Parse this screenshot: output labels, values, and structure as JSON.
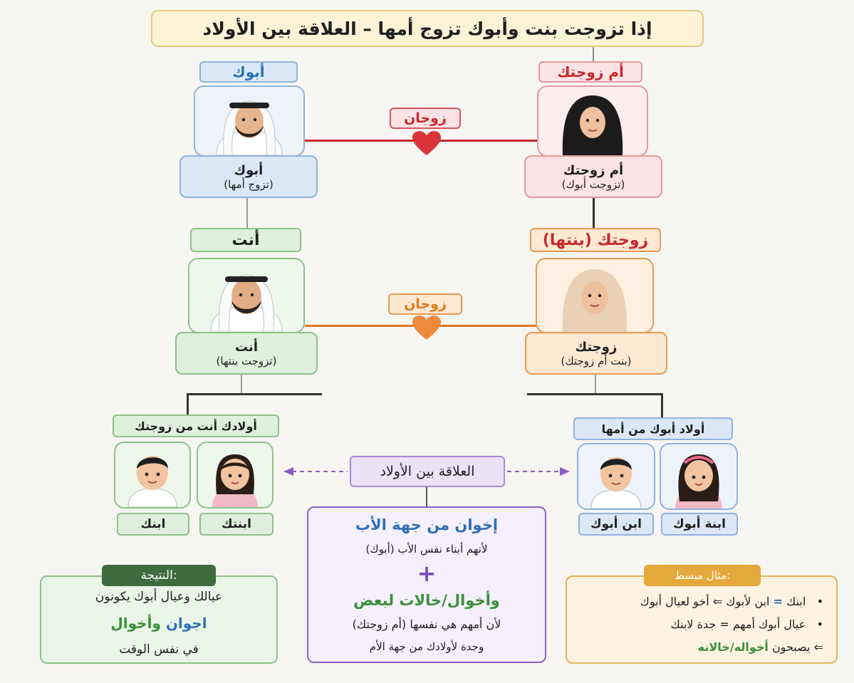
{
  "title": "إذا تزوجت بنت وأبوك تزوج أمها – العلاقة بين الأولاد",
  "couple_label": "زوجان",
  "father": {
    "tag": "أبوك",
    "name": "أبوك",
    "note": "(تزوج أمها)"
  },
  "mother_in_law": {
    "tag": "أم زوجتك",
    "name": "أم زوجتك",
    "note": "(تزوجت أبوك)"
  },
  "you": {
    "tag": "أنت",
    "name": "أنت",
    "note": "(تزوجت بنتها)"
  },
  "wife": {
    "tag": "زوجتك (بنتها)",
    "name": "زوجتك",
    "note": "(بنت أم زوجتك)"
  },
  "your_kids": {
    "header": "أولادك أنت من زوجتك",
    "son": "ابنك",
    "daughter": "ابنتك"
  },
  "father_kids": {
    "header": "أولاد أبوك من أمها",
    "son": "ابن أبوك",
    "daughter": "ابنة أبوك"
  },
  "relation": {
    "label": "العلاقة بين الأولاد",
    "line1": "إخوان من جهة الأب",
    "line2": "لأنهم أبناء نفس الأب (أبوك)",
    "plus": "+",
    "line3": "وأخوال/خالات لبعض",
    "line4": "لأن أمهم هي نفسها (أم زوجتك)",
    "line5": "وجدة لأولادك من جهة الأم"
  },
  "result": {
    "label": "النتيجة:",
    "line1": "عيالك وعيال أبوك يكونون",
    "word_brothers": "اجوان",
    "word_and_uncles": "وأخوال",
    "line3": "في نفس الوقت"
  },
  "example": {
    "label": "مثال مبسط:",
    "item1_a": "ابنك",
    "item1_eq": "=",
    "item1_b": "ابن لأبوك ⇐ أخو لعيال أبوك",
    "item2": "عيال أبوك أمهم = جدة لابنك",
    "item3_a": "⇐ يصبحون",
    "item3_b": "أخواله/خالاته"
  },
  "colors": {
    "blue": "#2e6fb7",
    "red": "#c8282e",
    "green": "#3a8f3a",
    "orange": "#e07a1f",
    "purple": "#7d4fb8",
    "dark_green": "#3d6b3d",
    "gold": "#e4a93a"
  }
}
